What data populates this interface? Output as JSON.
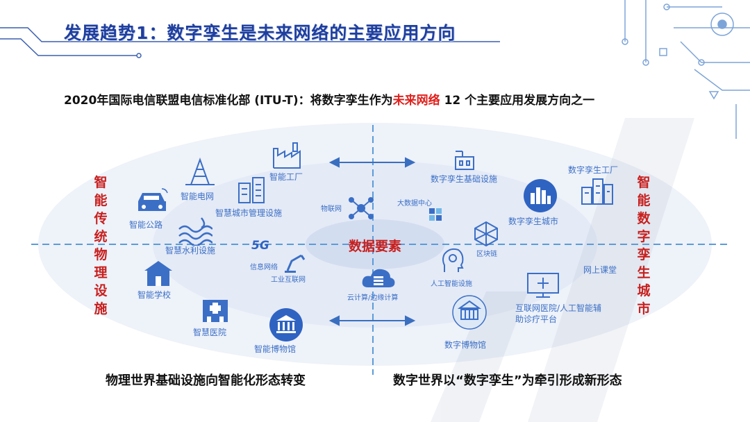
{
  "title": "发展趋势1：数字孪生是未来网络的主要应用方向",
  "subtitle": {
    "before": "2020年国际电信联盟电信标准化部 (ITU-T)：将数字孪生作为",
    "highlight": "未来网络",
    "after": " 12 个主要应用发展方向之一"
  },
  "left_side": {
    "label": "智能传统物理设施"
  },
  "right_side": {
    "label": "智能数字孪生城市"
  },
  "center": {
    "label": "数据要素"
  },
  "left_items": [
    {
      "id": "grid",
      "label": "智能电网"
    },
    {
      "id": "factory",
      "label": "智能工厂"
    },
    {
      "id": "road",
      "label": "智能公路"
    },
    {
      "id": "city-mgmt",
      "label": "智慧城市管理设施"
    },
    {
      "id": "water",
      "label": "智慧水利设施"
    },
    {
      "id": "school",
      "label": "智能学校"
    },
    {
      "id": "hospital",
      "label": "智慧医院"
    },
    {
      "id": "museum",
      "label": "智能博物馆"
    }
  ],
  "middle_items": [
    {
      "id": "iot",
      "label": "物联网"
    },
    {
      "id": "bigdata",
      "label": "大数据中心"
    },
    {
      "id": "net",
      "label": "信息网络"
    },
    {
      "id": "iiot",
      "label": "工业互联网"
    },
    {
      "id": "blockchain",
      "label": "区块链"
    },
    {
      "id": "ai",
      "label": "人工智能设施"
    },
    {
      "id": "cloud",
      "label": "云计算/边缘计算"
    }
  ],
  "right_items": [
    {
      "id": "infra",
      "label": "数字孪生基础设施"
    },
    {
      "id": "dt-factory",
      "label": "数字孪生工厂"
    },
    {
      "id": "dt-city",
      "label": "数字孪生城市"
    },
    {
      "id": "online-class",
      "label": "网上课堂"
    },
    {
      "id": "internet-hospital",
      "label": "互联网医院/人工智能辅助诊疗平台"
    },
    {
      "id": "dt-museum",
      "label": "数字博物馆"
    }
  ],
  "five_g": "5G",
  "captions": {
    "left": "物理世界基础设施向智能化形态转变",
    "right": "数字世界以“数字孪生”为牵引形成新形态"
  },
  "colors": {
    "title": "#1f3f9e",
    "accent": "#c8201e",
    "label": "#3b6fc6",
    "highlight": "#e0201c"
  }
}
